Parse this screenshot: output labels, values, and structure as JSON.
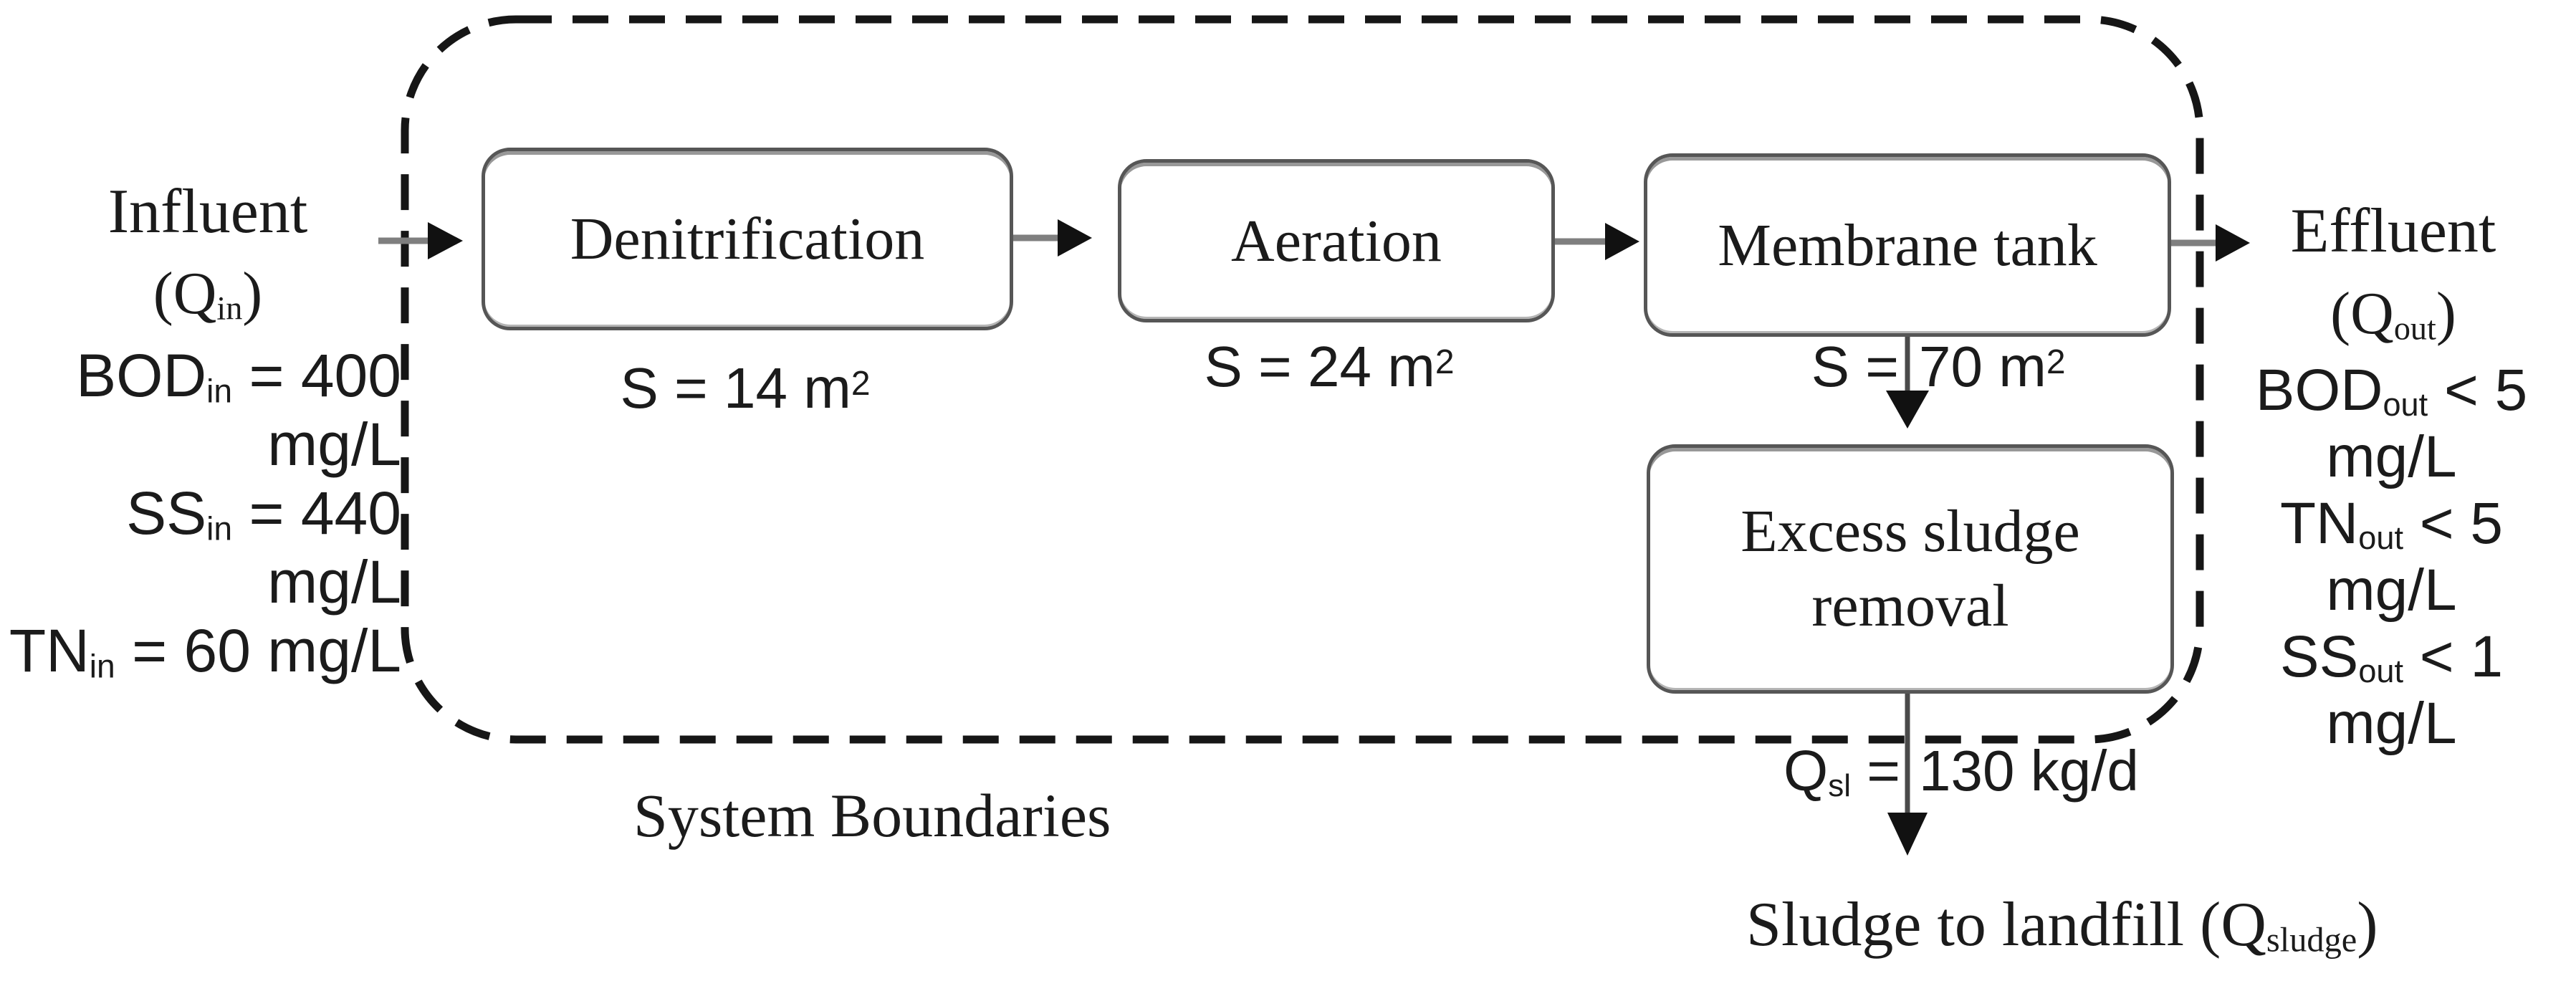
{
  "colors": {
    "background": "#ffffff",
    "text": "#1b1b1b",
    "boundary_dash": "#161616",
    "box_border": "#565656",
    "flow_line_gray": "#7f7f7f",
    "flow_line_dark": "#4a4a4a",
    "arrowhead": "#111111"
  },
  "boundary": {
    "label": "System Boundaries"
  },
  "influent": {
    "title": "Influent",
    "flow": {
      "pre": "(Q",
      "sub": "in",
      "post": ")"
    },
    "params": [
      {
        "base": "BOD",
        "sub": "in",
        "rest": " = 400 mg/L"
      },
      {
        "base": "SS",
        "sub": "in",
        "rest": " = 440 mg/L"
      },
      {
        "base": "TN",
        "sub": "in",
        "rest": " = 60 mg/L"
      }
    ]
  },
  "processes": [
    {
      "label": "Denitrification",
      "area_pre": "S = 14 m",
      "area_sup": "2"
    },
    {
      "label": "Aeration",
      "area_pre": "S = 24 m",
      "area_sup": "2"
    },
    {
      "label": "Membrane tank",
      "area_left": "S =",
      "area_right_pre": "70 m",
      "area_sup": "2"
    }
  ],
  "excess_box": {
    "line1": "Excess sludge",
    "line2": "removal"
  },
  "effluent": {
    "title": "Effluent",
    "flow": {
      "pre": "(Q",
      "sub": "out",
      "post": ")"
    },
    "params": [
      {
        "base": "BOD",
        "sub": "out",
        "rest": " < 5 mg/L"
      },
      {
        "base": "TN",
        "sub": "out",
        "rest": " < 5 mg/L"
      },
      {
        "base": "SS",
        "sub": "out",
        "rest": " < 1 mg/L"
      }
    ]
  },
  "sludge_flow": {
    "base": "Q",
    "sub": "sl",
    "eq": " =",
    "value": "130 kg/d"
  },
  "landfill": {
    "pre": "Sludge to landfill (Q",
    "sub": "sludge",
    "post": ")"
  }
}
